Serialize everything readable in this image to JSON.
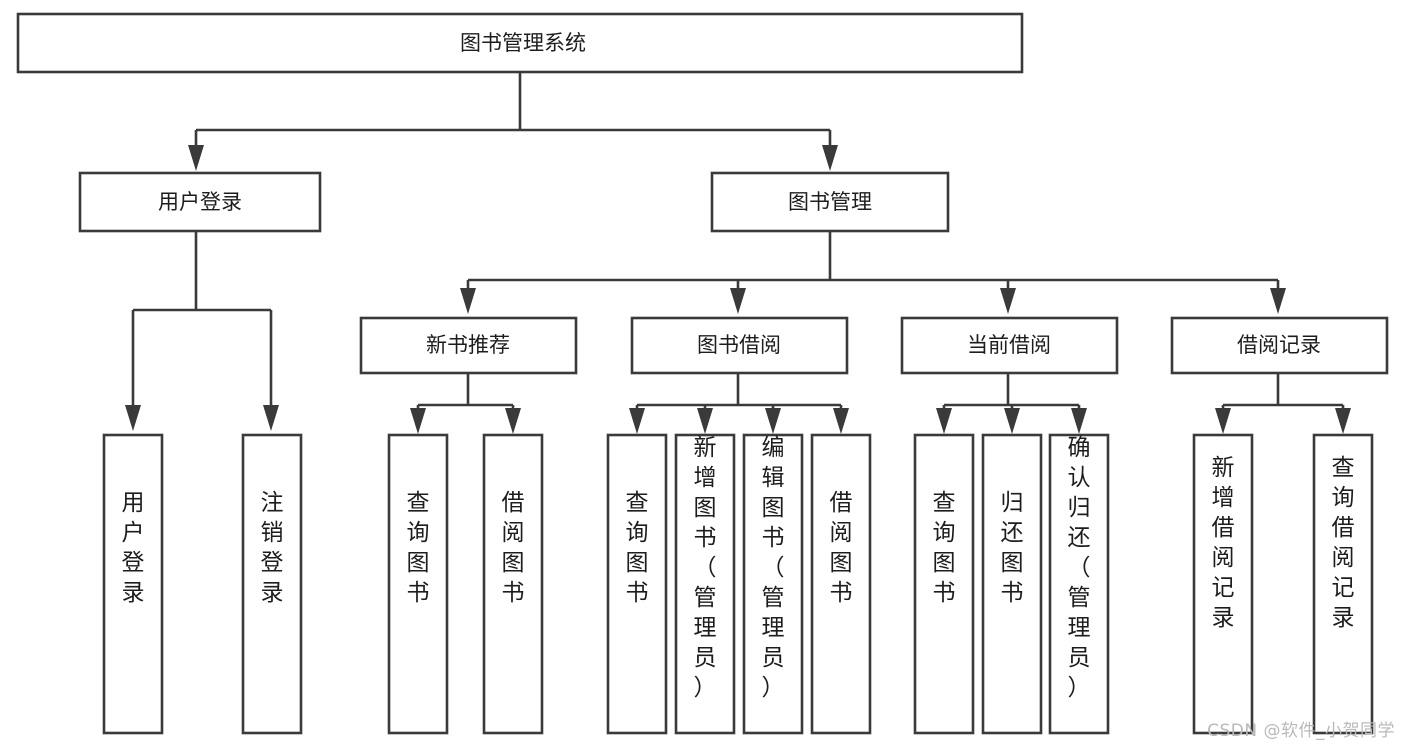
{
  "diagram": {
    "title": "图书管理系统",
    "type": "tree-hierarchy-chart",
    "watermark": "CSDN @软件_小贺同学",
    "colors": {
      "background": "#ffffff",
      "box_fill": "#ffffff",
      "stroke": "#3a3a3a",
      "text": "#1d1d1d",
      "watermark": "#b9b9b9"
    },
    "levels": {
      "root": {
        "label": "图书管理系统"
      },
      "level2": [
        {
          "id": "user-login",
          "label": "用户登录"
        },
        {
          "id": "book-management",
          "label": "图书管理"
        }
      ],
      "level3": [
        {
          "id": "new-book-recommend",
          "label": "新书推荐",
          "parent": "book-management"
        },
        {
          "id": "book-borrow",
          "label": "图书借阅",
          "parent": "book-management"
        },
        {
          "id": "current-borrow",
          "label": "当前借阅",
          "parent": "book-management"
        },
        {
          "id": "borrow-record",
          "label": "借阅记录",
          "parent": "book-management"
        }
      ],
      "leaves": [
        {
          "id": "leaf-user-login",
          "label": "用户登录",
          "parent": "user-login"
        },
        {
          "id": "leaf-logout-login",
          "label": "注销登录",
          "parent": "user-login"
        },
        {
          "id": "leaf-query-book-1",
          "label": "查询图书",
          "parent": "new-book-recommend"
        },
        {
          "id": "leaf-borrow-book-1",
          "label": "借阅图书",
          "parent": "new-book-recommend"
        },
        {
          "id": "leaf-query-book-2",
          "label": "查询图书",
          "parent": "book-borrow"
        },
        {
          "id": "leaf-add-book",
          "label": "新增图书（管理员）",
          "parent": "book-borrow"
        },
        {
          "id": "leaf-edit-book",
          "label": "编辑图书（管理员）",
          "parent": "book-borrow"
        },
        {
          "id": "leaf-borrow-book-2",
          "label": "借阅图书",
          "parent": "book-borrow"
        },
        {
          "id": "leaf-query-book-3",
          "label": "查询图书",
          "parent": "current-borrow"
        },
        {
          "id": "leaf-return-book",
          "label": "归还图书",
          "parent": "current-borrow"
        },
        {
          "id": "leaf-confirm-return",
          "label": "确认归还（管理员）",
          "parent": "current-borrow"
        },
        {
          "id": "leaf-add-borrow-record",
          "label": "新增借阅记录",
          "parent": "borrow-record"
        },
        {
          "id": "leaf-query-borrow-record",
          "label": "查询借阅记录",
          "parent": "borrow-record"
        }
      ]
    }
  }
}
